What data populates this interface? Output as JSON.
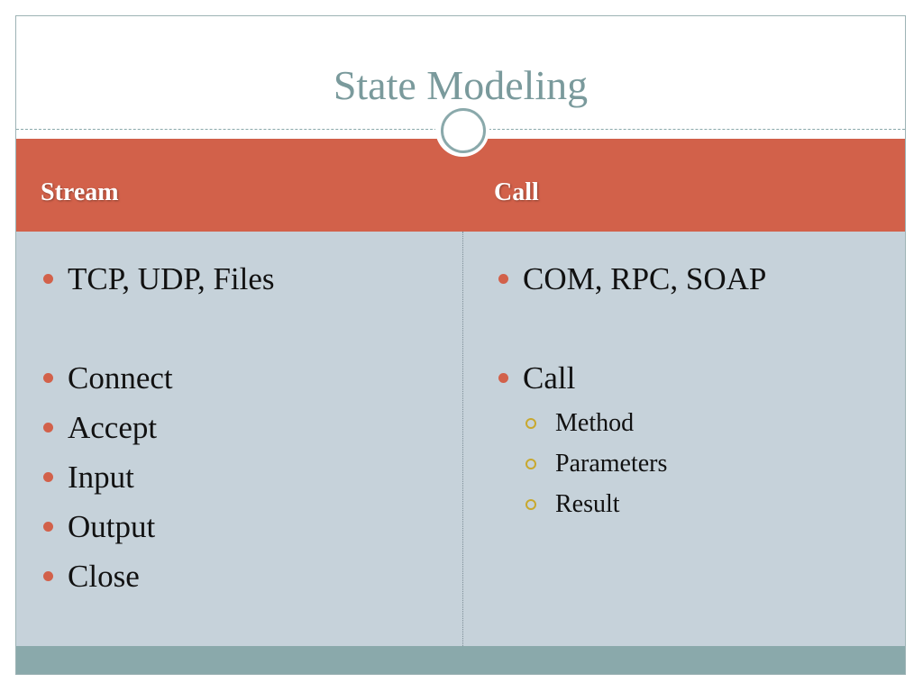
{
  "slide": {
    "title": "State Modeling",
    "columns": [
      {
        "heading": "Stream",
        "items": [
          "TCP, UDP, Files",
          "Connect",
          "Accept",
          "Input",
          "Output",
          "Close"
        ]
      },
      {
        "heading": "Call",
        "items": [
          "COM, RPC, SOAP",
          "Call"
        ],
        "subitems": [
          "Method",
          "Parameters",
          "Result"
        ]
      }
    ]
  },
  "colors": {
    "accent": "#d2614a",
    "teal": "#8aa9ab",
    "body_fill": "#c6d2da",
    "title_text": "#7a9a9c",
    "sub_bullet": "#c8a82e"
  }
}
